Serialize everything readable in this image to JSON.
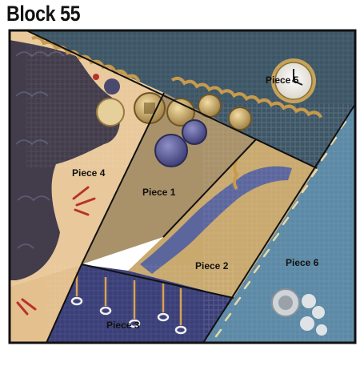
{
  "block": {
    "title": "Block 55"
  },
  "pieces": [
    {
      "id": 1,
      "label": "Piece 1"
    },
    {
      "id": 2,
      "label": "Piece 2"
    },
    {
      "id": 3,
      "label": "Piece 3"
    },
    {
      "id": 4,
      "label": "Piece 4"
    },
    {
      "id": 5,
      "label": "Piece 5"
    },
    {
      "id": 6,
      "label": "Piece 6"
    }
  ],
  "colors": {
    "piece1": "#a9926a",
    "piece2": "#c9a96e",
    "piece3": "#3b3f78",
    "piece4": "#e9c99b",
    "piece5": "#3d5666",
    "piece6": "#5b89a6",
    "outline": "#111111"
  }
}
